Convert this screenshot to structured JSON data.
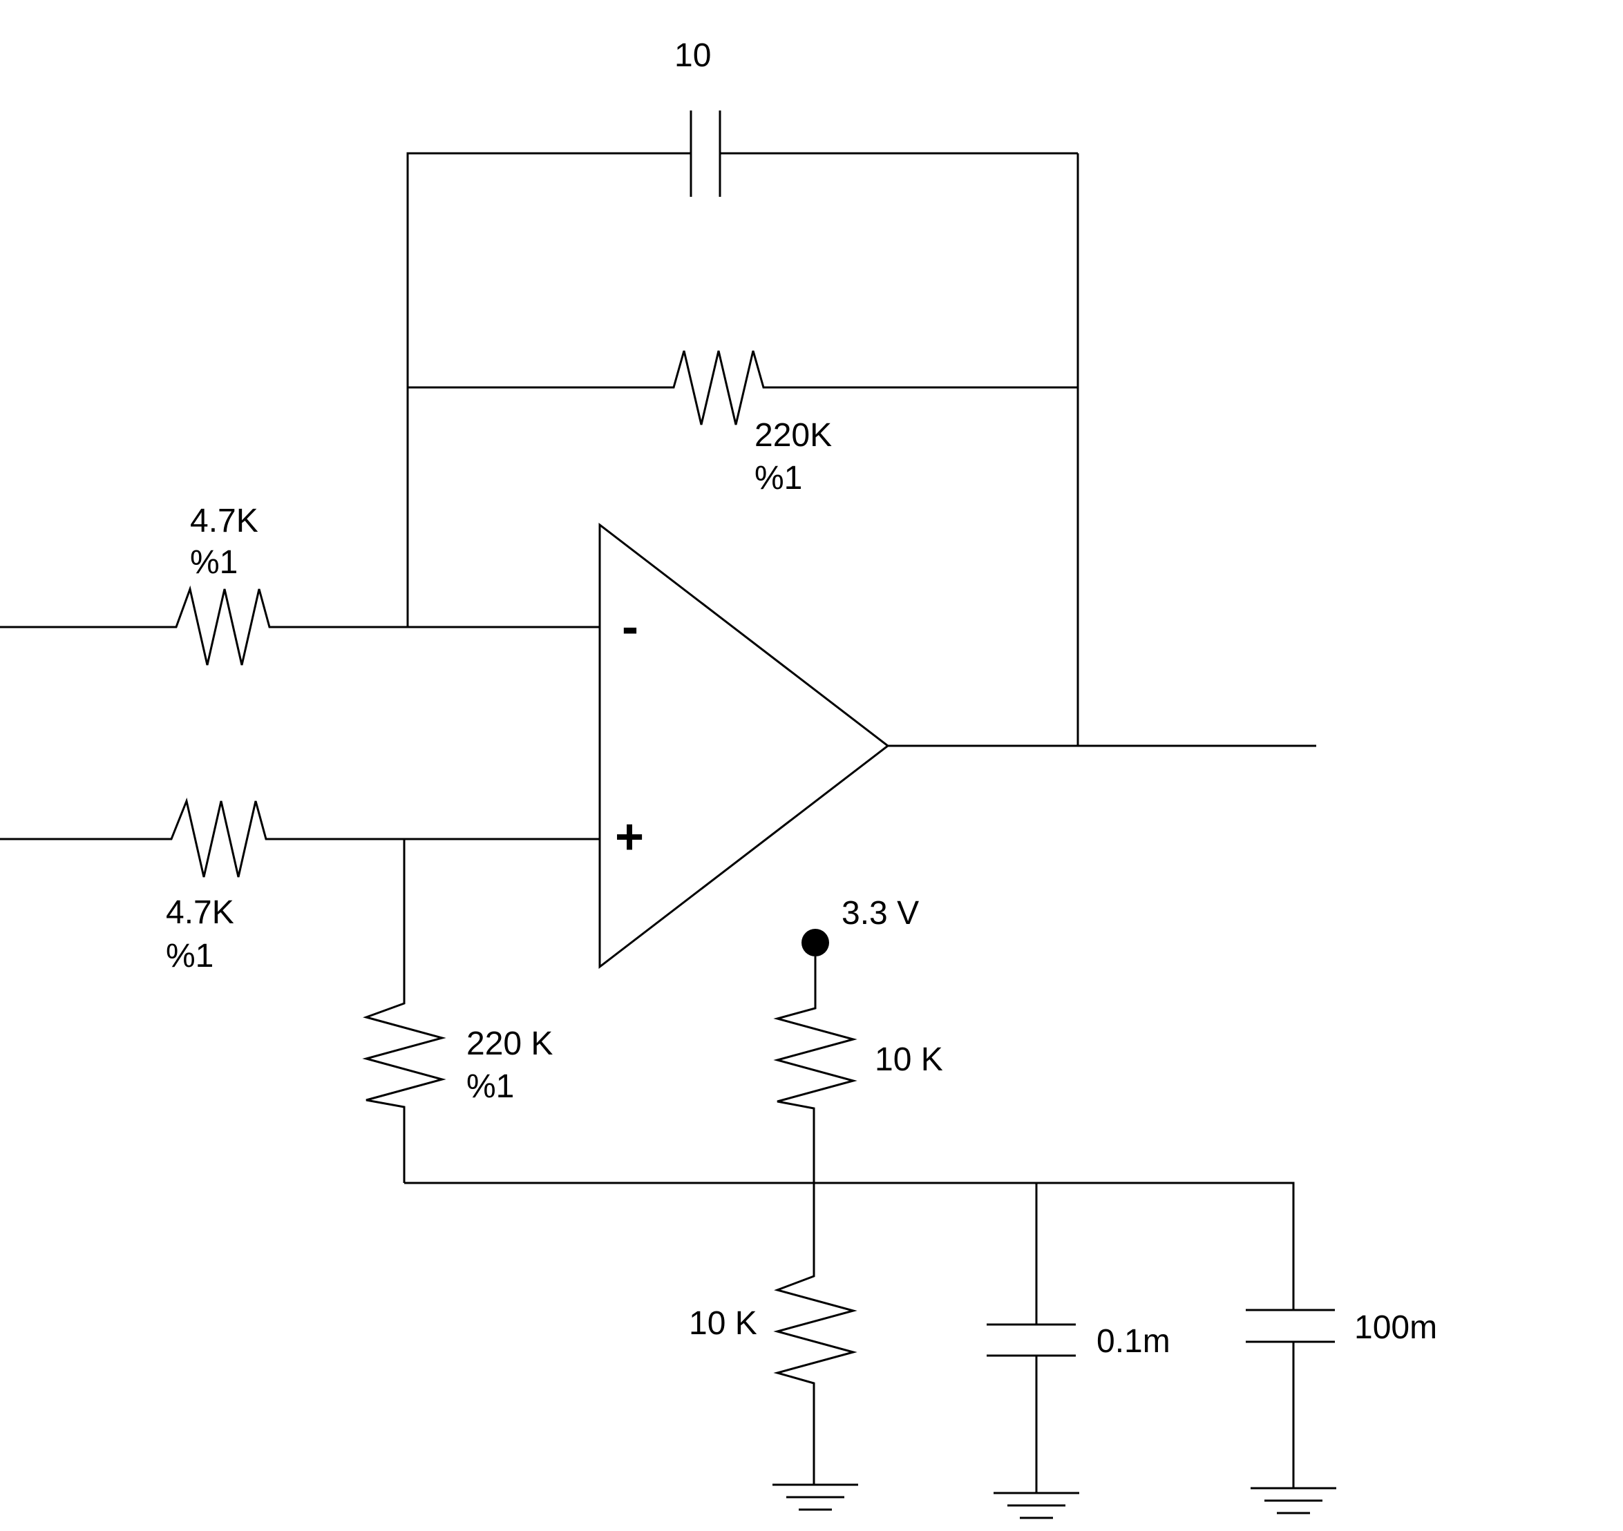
{
  "components": {
    "feedback_capacitor": {
      "value": "10"
    },
    "feedback_resistor": {
      "value": "220K",
      "tolerance": "%1"
    },
    "inverting_input_resistor": {
      "value": "4.7K",
      "tolerance": "%1"
    },
    "noninverting_input_resistor": {
      "value": "4.7K",
      "tolerance": "%1"
    },
    "noninverting_bias_resistor": {
      "value": "220 K",
      "tolerance": "%1"
    },
    "divider_top_resistor": {
      "value": "10 K"
    },
    "divider_bottom_resistor": {
      "value": "10 K"
    },
    "decoupling_capacitor_small": {
      "value": "0.1m"
    },
    "decoupling_capacitor_large": {
      "value": "100m"
    }
  },
  "supply": {
    "label": "3.3 V"
  },
  "opamp": {
    "inverting_sign": "-",
    "noninverting_sign": "+"
  },
  "colors": {
    "stroke": "#000000",
    "background": "#ffffff"
  }
}
